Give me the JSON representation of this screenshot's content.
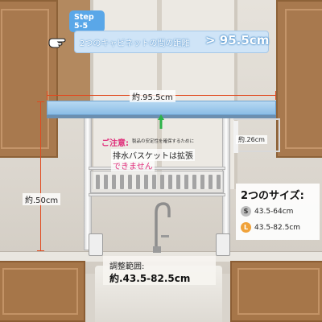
{
  "step": {
    "label": "Step",
    "number": "5-5"
  },
  "banner": {
    "text": "2つのキャビネットの間の距離",
    "value": "> 95.5cm"
  },
  "dimensions": {
    "width_label": "約.95.5cm",
    "depth_label": "約.26cm",
    "height_label": "約.50cm"
  },
  "caution": {
    "title": "ご注意:",
    "note": "製品の安定性を確保するために",
    "line1": "排水バスケットは拡張",
    "line2": "できません"
  },
  "sizes": {
    "title": "2つのサイズ:",
    "items": [
      {
        "badge": "S",
        "range": "43.5-64cm"
      },
      {
        "badge": "L",
        "range": "43.5-82.5cm"
      }
    ]
  },
  "adjust": {
    "label": "調整範囲:",
    "range": "約.43.5-82.5cm"
  },
  "colors": {
    "accent_blue": "#5aa7e8",
    "dimension_red": "#e04a1f",
    "caution_pink": "#e0307c",
    "badge_l": "#f0a23a"
  },
  "icons": [
    "pointing-hand-icon",
    "up-arrow-icon",
    "faucet-icon"
  ]
}
